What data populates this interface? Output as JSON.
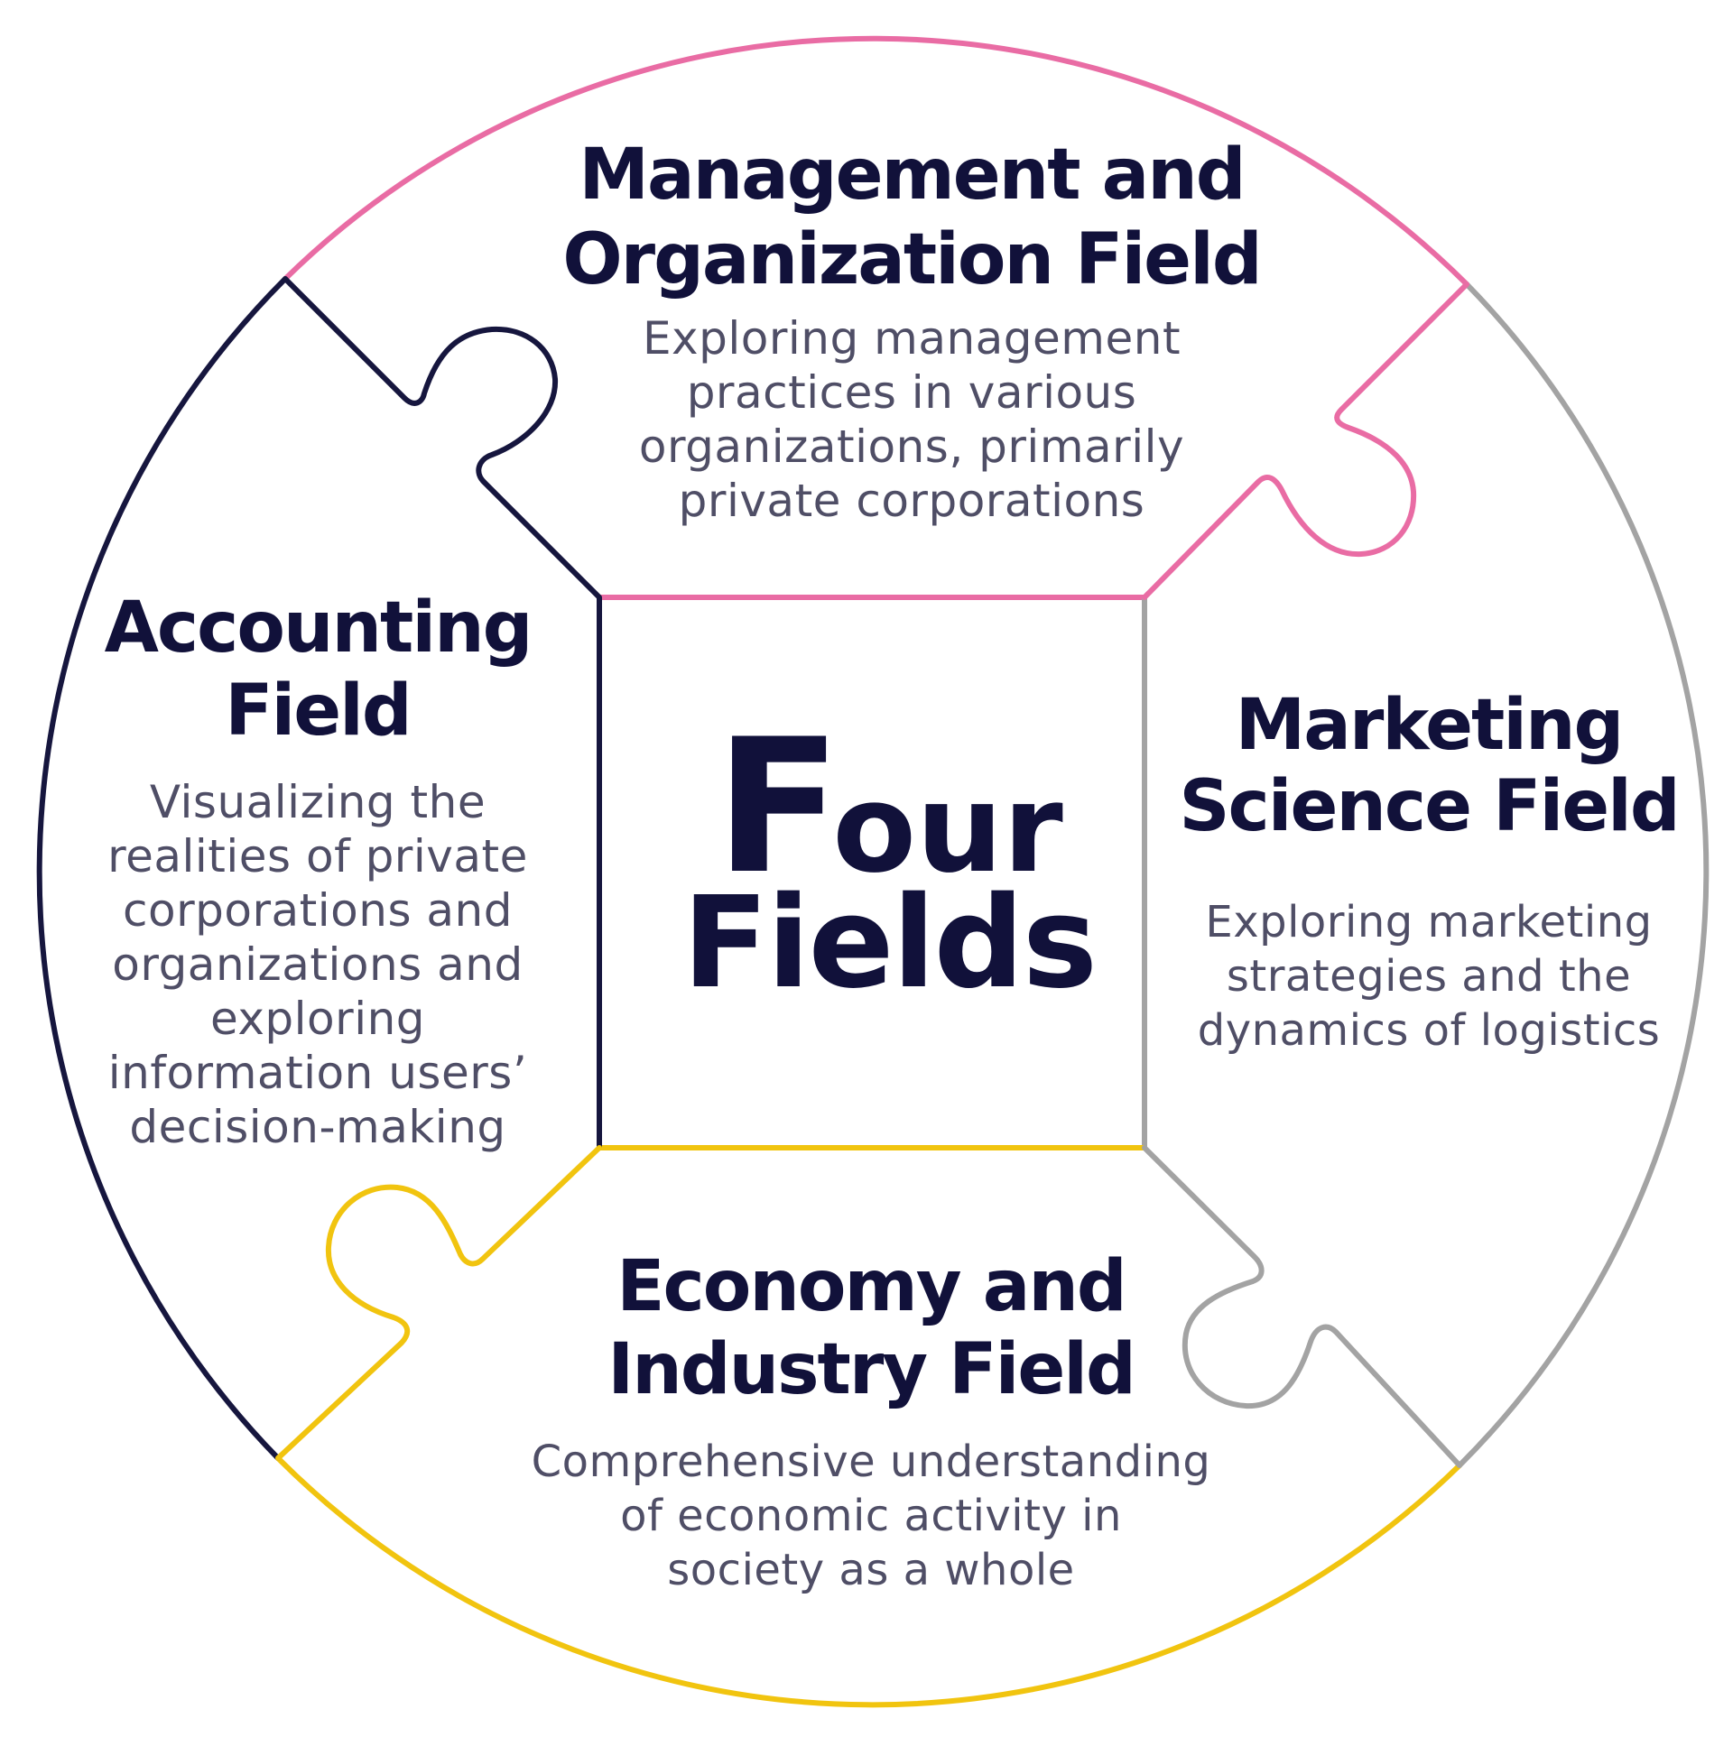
{
  "colors": {
    "management": "#e96ca4",
    "marketing": "#a3a3a3",
    "economy": "#f1c40f",
    "accounting": "#16163e",
    "title_text": "#11113a",
    "desc_text": "#4f4e66"
  },
  "center": {
    "big_letter": "F",
    "word1_rest": "our",
    "word2": "Fields"
  },
  "management": {
    "title_lines": [
      "Management and",
      "Organization Field"
    ],
    "desc_lines": [
      "Exploring management",
      "practices in various",
      "organizations, primarily",
      "private corporations"
    ]
  },
  "accounting": {
    "title_lines": [
      "Accounting",
      "Field"
    ],
    "desc_lines": [
      "Visualizing the",
      "realities of private",
      "corporations and",
      "organizations and",
      "exploring",
      "information users’",
      "decision-making"
    ]
  },
  "marketing": {
    "title_lines": [
      "Marketing",
      "Science Field"
    ],
    "desc_lines": [
      "Exploring marketing",
      "strategies and the",
      "dynamics of logistics"
    ]
  },
  "economy": {
    "title_lines": [
      "Economy and",
      "Industry Field"
    ],
    "desc_lines": [
      "Comprehensive understanding",
      "of economic activity in",
      "society as a whole"
    ]
  }
}
